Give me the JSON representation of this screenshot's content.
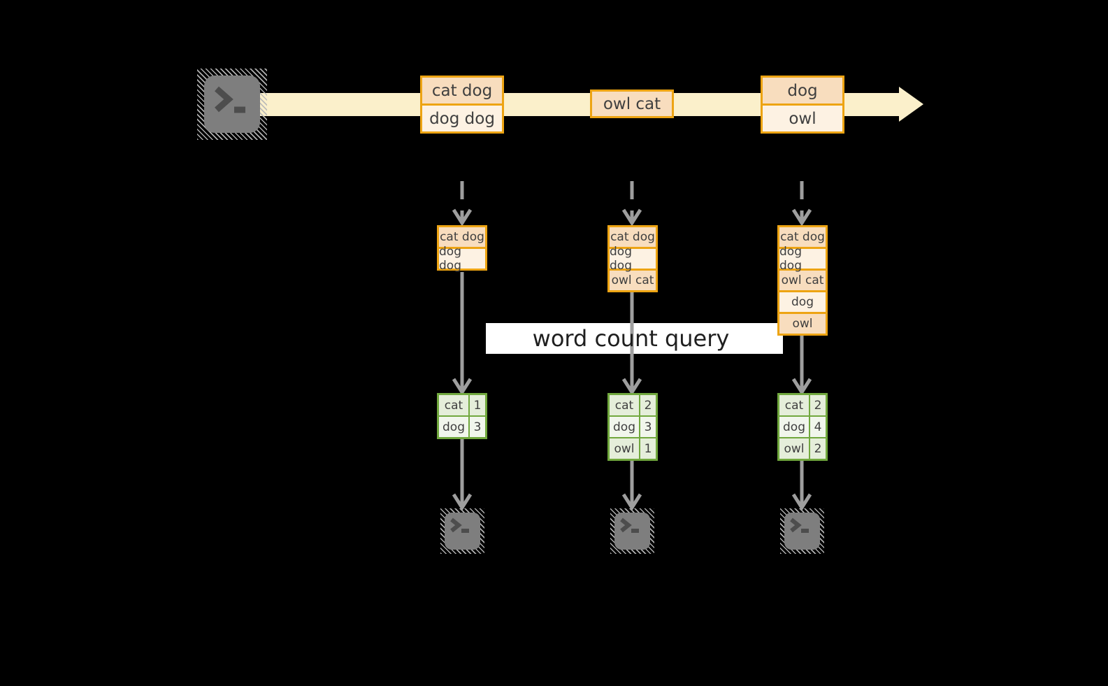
{
  "query": {
    "label": "word count query"
  },
  "timeline": {
    "groups": [
      {
        "rows": [
          "cat dog",
          "dog dog"
        ]
      },
      {
        "rows": [
          "owl cat"
        ]
      },
      {
        "rows": [
          "dog",
          "owl"
        ]
      }
    ]
  },
  "columns": [
    {
      "state": [
        "cat dog",
        "dog dog"
      ],
      "result": [
        {
          "word": "cat",
          "count": "1"
        },
        {
          "word": "dog",
          "count": "3"
        }
      ]
    },
    {
      "state": [
        "cat dog",
        "dog dog",
        "owl cat"
      ],
      "result": [
        {
          "word": "cat",
          "count": "2"
        },
        {
          "word": "dog",
          "count": "3"
        },
        {
          "word": "owl",
          "count": "1"
        }
      ]
    },
    {
      "state": [
        "cat dog",
        "dog dog",
        "owl cat",
        "dog",
        "owl"
      ],
      "result": [
        {
          "word": "cat",
          "count": "2"
        },
        {
          "word": "dog",
          "count": "4"
        },
        {
          "word": "owl",
          "count": "2"
        }
      ]
    }
  ],
  "colors": {
    "gold": "#eda413",
    "peach": "#f8ddbe",
    "cream": "#fdf2e3",
    "band": "#fbf0cb",
    "green": "#71a83e",
    "green_dark": "#e5eeda",
    "green_light": "#f1f6ec",
    "arrow": "#9e9e9e",
    "ink": "#3f3f3f"
  }
}
